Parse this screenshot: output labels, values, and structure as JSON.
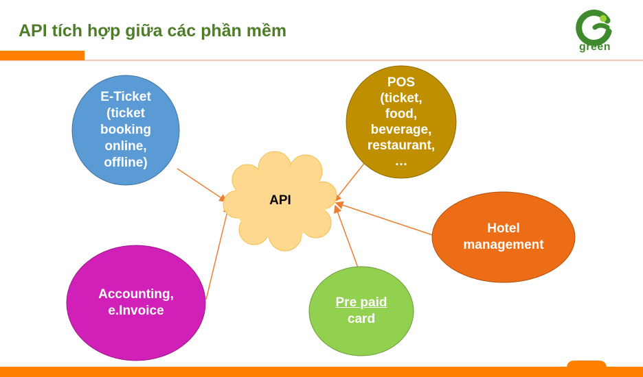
{
  "slide": {
    "title": "API tích hợp giữa các phần mềm",
    "logo_text": "green"
  },
  "nodes": {
    "api": "API",
    "eticket": "E-Ticket\n(ticket\nbooking\nonline,\noffline)",
    "pos": "POS\n(ticket,\nfood,\nbeverage,\nrestaurant,\n…",
    "hotel": "Hotel\nmanagement",
    "prepaid_line1": "Pre paid",
    "prepaid_line2": "card",
    "accounting": "Accounting,\ne.Invoice"
  },
  "colors": {
    "eticket": "#5b9bd5",
    "pos": "#bf8f00",
    "hotel": "#ed6d16",
    "prepaid": "#92d050",
    "accounting": "#d020b8",
    "api_cloud": "#ffd88f",
    "accent": "#ff7f00",
    "title": "#4e7d2a"
  }
}
